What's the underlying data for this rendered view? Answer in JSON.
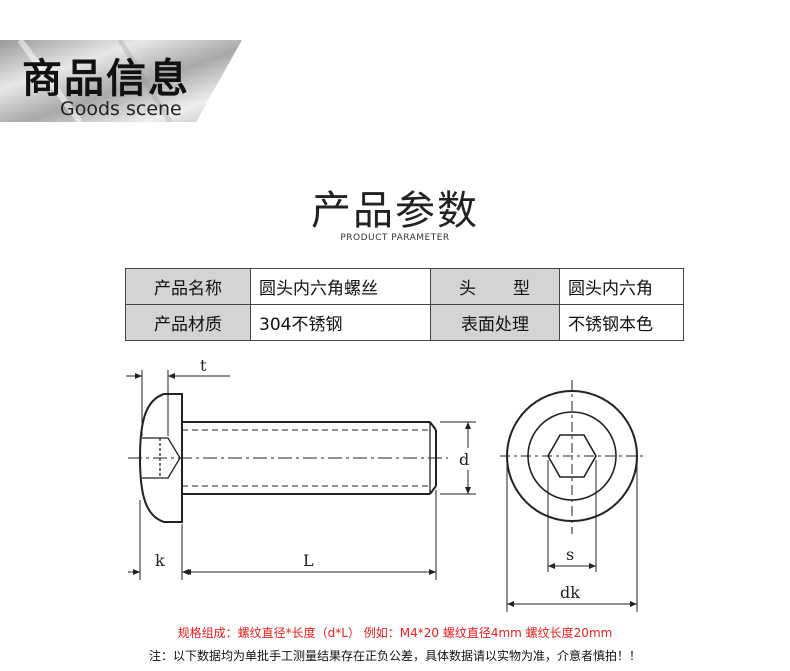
{
  "banner": {
    "title": "商品信息",
    "subtitle": "Goods scene"
  },
  "heading": {
    "title": "产品参数",
    "subtitle": "PRODUCT PARAMETER"
  },
  "spec_table": {
    "rows": [
      {
        "label1": "产品名称",
        "value1": "圆头内六角螺丝",
        "label2": "头　　型",
        "value2": "圆头内六角"
      },
      {
        "label1": "产品材质",
        "value1": "304不锈钢",
        "label2": "表面处理",
        "value2": "不锈钢本色"
      }
    ]
  },
  "drawing": {
    "labels": {
      "t": "t",
      "d": "d",
      "k": "k",
      "L": "L",
      "s": "s",
      "dk": "dk"
    }
  },
  "notes": {
    "spec_format": "规格组成：螺纹直径*长度（d*L） 例如：M4*20 螺纹直径4mm 螺纹长度20mm",
    "disclaimer": "注：以下数据均为单批手工测量结果存在正负公差，具体数据请以实物为准，介意者慎拍！！"
  },
  "colors": {
    "label_bg": "#d4d4d4",
    "note_red": "#e02020",
    "line": "#222222"
  }
}
